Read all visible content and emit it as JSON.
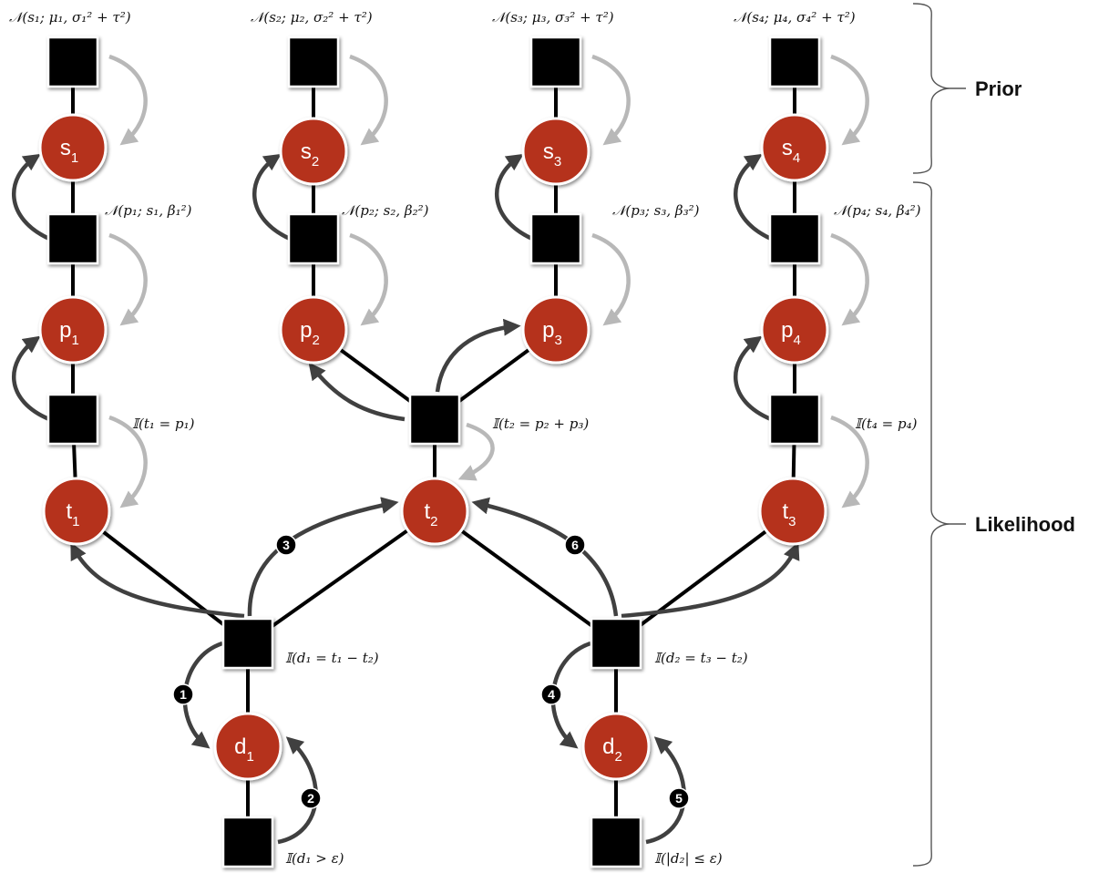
{
  "sections": [
    {
      "id": "prior",
      "label": "Prior"
    },
    {
      "id": "likelihood",
      "label": "Likelihood"
    }
  ],
  "variables": [
    {
      "id": "s1",
      "base": "s",
      "sub": "1"
    },
    {
      "id": "s2",
      "base": "s",
      "sub": "2"
    },
    {
      "id": "s3",
      "base": "s",
      "sub": "3"
    },
    {
      "id": "s4",
      "base": "s",
      "sub": "4"
    },
    {
      "id": "p1",
      "base": "p",
      "sub": "1"
    },
    {
      "id": "p2",
      "base": "p",
      "sub": "2"
    },
    {
      "id": "p3",
      "base": "p",
      "sub": "3"
    },
    {
      "id": "p4",
      "base": "p",
      "sub": "4"
    },
    {
      "id": "t1",
      "base": "t",
      "sub": "1"
    },
    {
      "id": "t2",
      "base": "t",
      "sub": "2"
    },
    {
      "id": "t3",
      "base": "t",
      "sub": "3"
    },
    {
      "id": "d1",
      "base": "d",
      "sub": "1"
    },
    {
      "id": "d2",
      "base": "d",
      "sub": "2"
    }
  ],
  "factors": [
    {
      "id": "prior1",
      "label": "𝒩(s₁; μ₁, σ₁² + τ²)"
    },
    {
      "id": "prior2",
      "label": "𝒩(s₂; μ₂, σ₂² + τ²)"
    },
    {
      "id": "prior3",
      "label": "𝒩(s₃; μ₃, σ₃² + τ²)"
    },
    {
      "id": "prior4",
      "label": "𝒩(s₄; μ₄, σ₄² + τ²)"
    },
    {
      "id": "perf1",
      "label": "𝒩(p₁; s₁, β₁²)"
    },
    {
      "id": "perf2",
      "label": "𝒩(p₂; s₂, β₂²)"
    },
    {
      "id": "perf3",
      "label": "𝒩(p₃; s₃, β₃²)"
    },
    {
      "id": "perf4",
      "label": "𝒩(p₄; s₄, β₄²)"
    },
    {
      "id": "team1",
      "label": "𝕀(t₁ = p₁)"
    },
    {
      "id": "team2",
      "label": "𝕀(t₂ = p₂ + p₃)"
    },
    {
      "id": "team3",
      "label": "𝕀(t₄ = p₄)"
    },
    {
      "id": "diff1",
      "label": "𝕀(d₁ = t₁ − t₂)"
    },
    {
      "id": "diff2",
      "label": "𝕀(d₂ = t₃ − t₂)"
    },
    {
      "id": "out1",
      "label": "𝕀(d₁ > ε)"
    },
    {
      "id": "out2",
      "label": "𝕀(|d₂| ≤ ε)"
    }
  ],
  "steps": [
    "1",
    "2",
    "3",
    "4",
    "5",
    "6"
  ],
  "colors": {
    "variable": "#b5301e",
    "variable_border": "#ffffff",
    "factor": "#000000",
    "edge": "#000000",
    "msg_dark": "#404040",
    "msg_light": "#b8b8b8",
    "step_badge": "#000000",
    "brace": "#555555"
  }
}
